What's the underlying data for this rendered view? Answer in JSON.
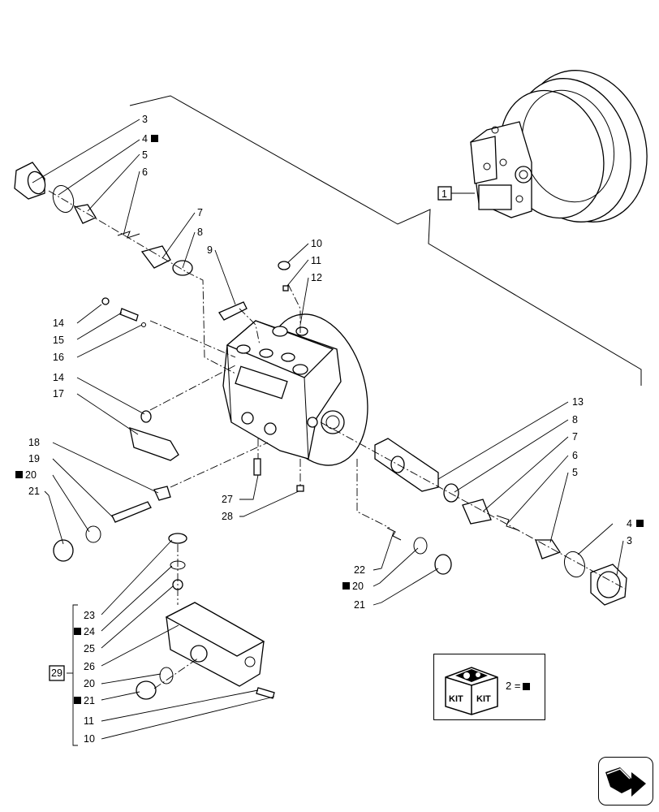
{
  "callouts": {
    "c1": "1",
    "c3a": "3",
    "c4a": "4",
    "c5a": "5",
    "c6a": "6",
    "c7a": "7",
    "c8a": "8",
    "c9": "9",
    "c10a": "10",
    "c11a": "11",
    "c12": "12",
    "c14a": "14",
    "c15": "15",
    "c16": "16",
    "c14b": "14",
    "c17": "17",
    "c18": "18",
    "c19": "19",
    "c20a": "20",
    "c21a": "21",
    "c27": "27",
    "c28": "28",
    "c13": "13",
    "c8b": "8",
    "c7b": "7",
    "c6b": "6",
    "c5b": "5",
    "c4b": "4",
    "c3b": "3",
    "c22": "22",
    "c20b": "20",
    "c21b": "21",
    "c23": "23",
    "c24": "24",
    "c25": "25",
    "c26": "26",
    "c20c": "20",
    "c21c": "21",
    "c11b": "11",
    "c10b": "10",
    "c29": "29"
  },
  "kit_legend": {
    "kit_label_left": "KIT",
    "kit_label_right": "KIT",
    "equation": "2 ="
  },
  "icons": {
    "kit": "kit-box-icon",
    "navigation": "next-page-arrow-icon",
    "kit_marker": "black-square-kit-marker"
  }
}
